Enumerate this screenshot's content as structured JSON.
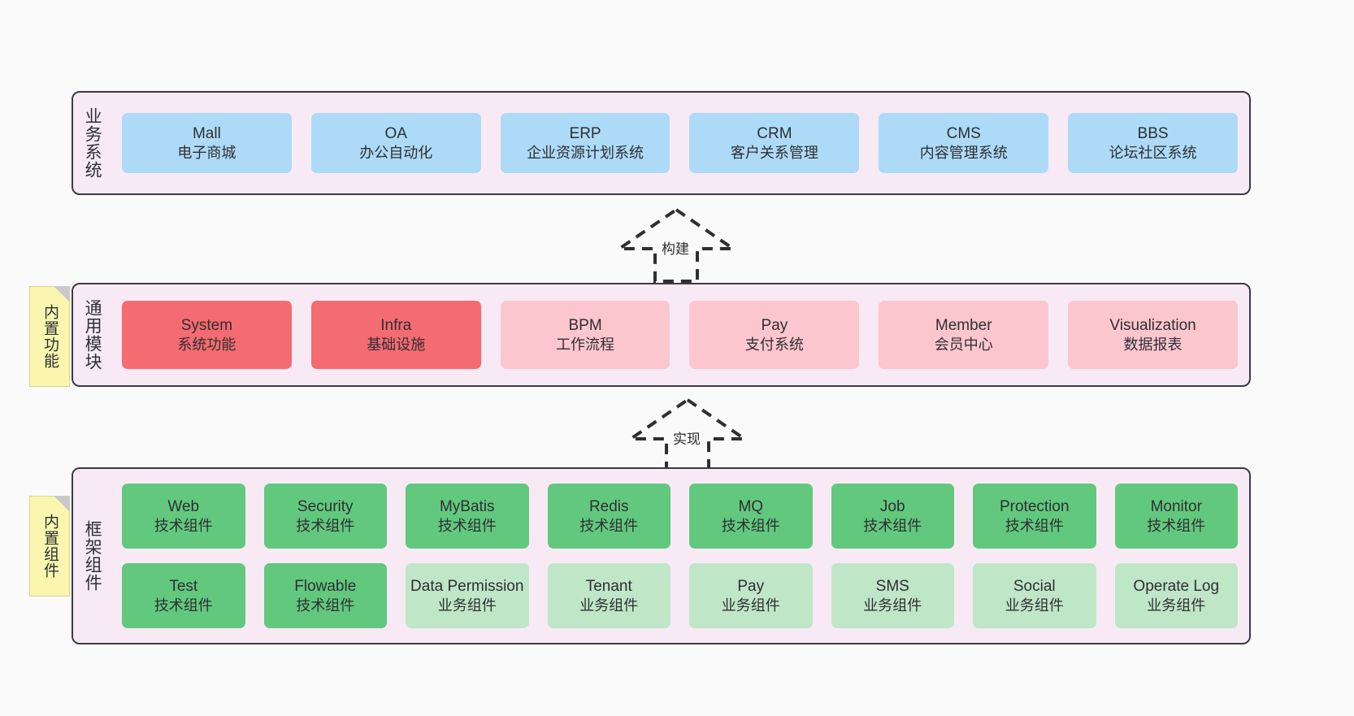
{
  "diagram": {
    "background": "#FAFAFA",
    "panel_bg": "#F7EAF4",
    "panel_border": "#3B3B43",
    "note_bg": "#FAF6B0"
  },
  "layers": {
    "business": {
      "title": "业务系统",
      "card_color": "#ADDBF7",
      "cards": [
        {
          "en": "Mall",
          "cn": "电子商城"
        },
        {
          "en": "OA",
          "cn": "办公自动化"
        },
        {
          "en": "ERP",
          "cn": "企业资源计划系统"
        },
        {
          "en": "CRM",
          "cn": "客户关系管理"
        },
        {
          "en": "CMS",
          "cn": "内容管理系统"
        },
        {
          "en": "BBS",
          "cn": "论坛社区系统"
        }
      ]
    },
    "common": {
      "title": "通用模块",
      "note": "内置功能",
      "card_color_primary": "#F46B71",
      "card_color_secondary": "#FCC6CE",
      "cards": [
        {
          "en": "System",
          "cn": "系统功能",
          "variant": "red"
        },
        {
          "en": "Infra",
          "cn": "基础设施",
          "variant": "red"
        },
        {
          "en": "BPM",
          "cn": "工作流程",
          "variant": "pink"
        },
        {
          "en": "Pay",
          "cn": "支付系统",
          "variant": "pink"
        },
        {
          "en": "Member",
          "cn": "会员中心",
          "variant": "pink"
        },
        {
          "en": "Visualization",
          "cn": "数据报表",
          "variant": "pink"
        }
      ]
    },
    "framework": {
      "title": "框架组件",
      "note": "内置组件",
      "card_color_tech": "#62C87E",
      "card_color_biz": "#BFE6C7",
      "row1": [
        {
          "en": "Web",
          "cn": "技术组件"
        },
        {
          "en": "Security",
          "cn": "技术组件"
        },
        {
          "en": "MyBatis",
          "cn": "技术组件"
        },
        {
          "en": "Redis",
          "cn": "技术组件"
        },
        {
          "en": "MQ",
          "cn": "技术组件"
        },
        {
          "en": "Job",
          "cn": "技术组件"
        },
        {
          "en": "Protection",
          "cn": "技术组件"
        },
        {
          "en": "Monitor",
          "cn": "技术组件"
        }
      ],
      "row2": [
        {
          "en": "Test",
          "cn": "技术组件"
        },
        {
          "en": "Flowable",
          "cn": "技术组件"
        },
        {
          "en": "Data Permission",
          "cn": "业务组件"
        },
        {
          "en": "Tenant",
          "cn": "业务组件"
        },
        {
          "en": "Pay",
          "cn": "业务组件"
        },
        {
          "en": "SMS",
          "cn": "业务组件"
        },
        {
          "en": "Social",
          "cn": "业务组件"
        },
        {
          "en": "Operate Log",
          "cn": "业务组件"
        }
      ]
    }
  },
  "arrows": {
    "build": {
      "label": "构建"
    },
    "implement": {
      "label": "实现"
    }
  }
}
